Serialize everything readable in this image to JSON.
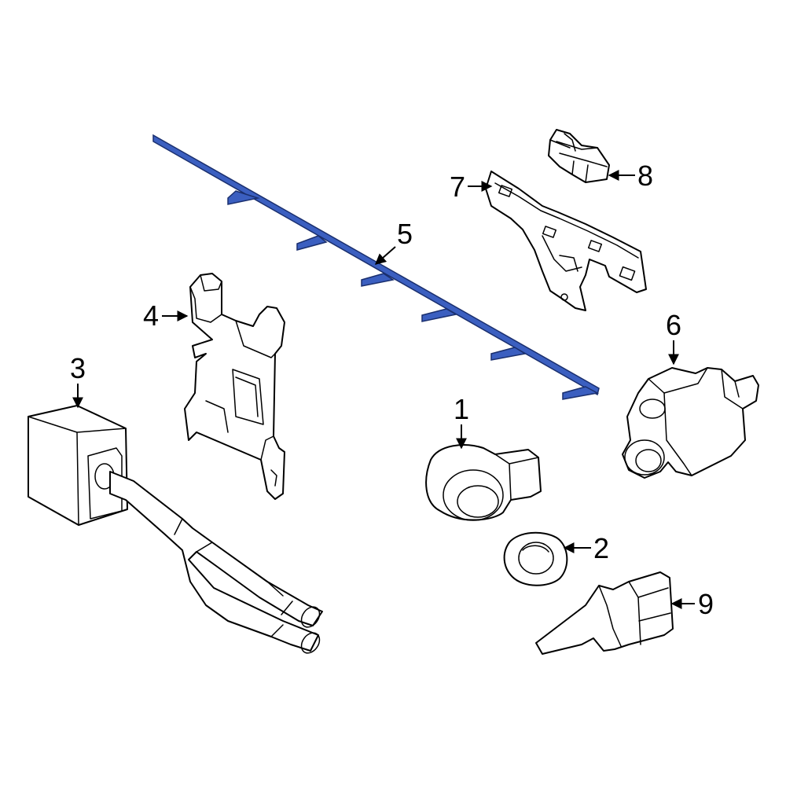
{
  "diagram": {
    "highlight_color": "#3b5fc0",
    "line_color": "#000000",
    "background": "#ffffff",
    "callouts": [
      {
        "id": "1",
        "label": "1"
      },
      {
        "id": "2",
        "label": "2"
      },
      {
        "id": "3",
        "label": "3"
      },
      {
        "id": "4",
        "label": "4"
      },
      {
        "id": "5",
        "label": "5"
      },
      {
        "id": "6",
        "label": "6"
      },
      {
        "id": "7",
        "label": "7"
      },
      {
        "id": "8",
        "label": "8"
      },
      {
        "id": "9",
        "label": "9"
      }
    ]
  }
}
